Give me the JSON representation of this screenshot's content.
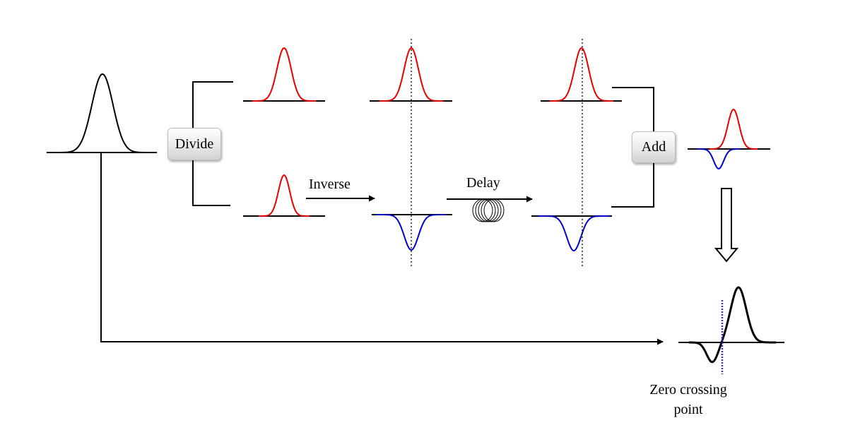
{
  "diagram": {
    "divide_label": "Divide",
    "add_label": "Add",
    "inverse_label": "Inverse",
    "delay_label": "Delay",
    "zero_crossing_line1": "Zero crossing",
    "zero_crossing_line2": "point"
  },
  "colors": {
    "original_pulse": "#000000",
    "split_pulse": "#e60000",
    "inverted_pulse": "#0000cc",
    "zero_marker": "#3333cc"
  },
  "icons": {
    "delay_element": "fiber-coil-icon"
  }
}
